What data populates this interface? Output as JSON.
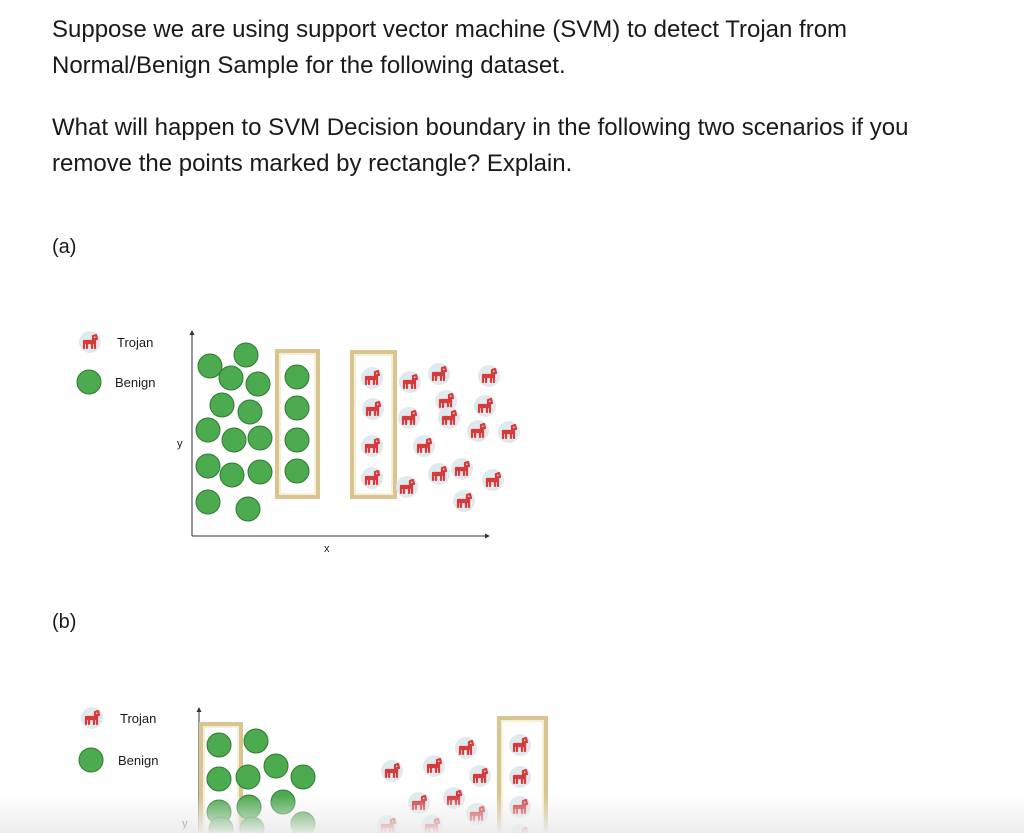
{
  "question": {
    "paragraph1": "Suppose we are using support vector machine (SVM) to detect Trojan from Normal/Benign Sample for the following dataset.",
    "paragraph2": "What will happen to SVM Decision boundary in the following two scenarios if you remove the points marked by rectangle? Explain."
  },
  "scenarios": [
    {
      "label": "(a)",
      "legend": {
        "trojan": "Trojan",
        "benign": "Benign"
      },
      "axes": {
        "x": "x",
        "y": "y"
      }
    },
    {
      "label": "(b)",
      "legend": {
        "trojan": "Trojan",
        "benign": "Benign"
      },
      "axes": {
        "y": "y"
      }
    }
  ],
  "colors": {
    "benign": "#4caa4f",
    "benign_stroke": "#2f7a33",
    "trojan_bg": "#dfe9ee",
    "trojan_fg": "#d63b3b",
    "box_outer": "#d8c590",
    "box_inner": "#f4eacb"
  },
  "icons": {
    "trojan": "trojan-horse-icon",
    "benign": "green-circle-icon"
  }
}
